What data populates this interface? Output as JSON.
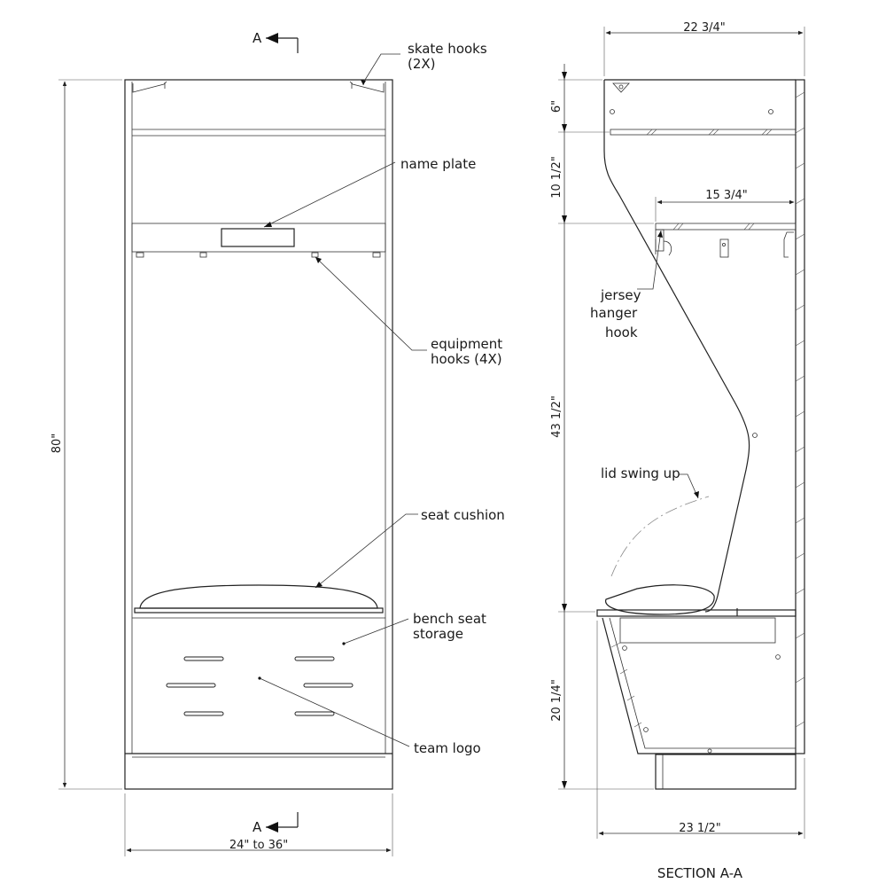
{
  "front_view": {
    "section_marker": "A",
    "labels": {
      "skate_hooks": "skate hooks",
      "skate_hooks_count": "(2X)",
      "name_plate": "name plate",
      "equipment_hooks": "equipment",
      "equipment_hooks_2": "hooks (4X)",
      "seat_cushion": "seat cushion",
      "bench_seat": "bench seat",
      "bench_seat_2": "storage",
      "team_logo": "team logo"
    },
    "dimensions": {
      "height": "80\"",
      "width": "24\" to 36\""
    }
  },
  "section_view": {
    "title": "SECTION A-A",
    "labels": {
      "jersey_1": "jersey",
      "jersey_2": "hanger",
      "jersey_3": "hook",
      "lid_swing": "lid swing up"
    },
    "dimensions": {
      "top_depth": "22 3/4\"",
      "shelf_depth": "15 3/4\"",
      "bottom_depth": "23 1/2\"",
      "top_gap": "6\"",
      "upper_gap": "10 1/2\"",
      "middle_gap": "43 1/2\"",
      "bench_height": "20 1/4\""
    }
  }
}
